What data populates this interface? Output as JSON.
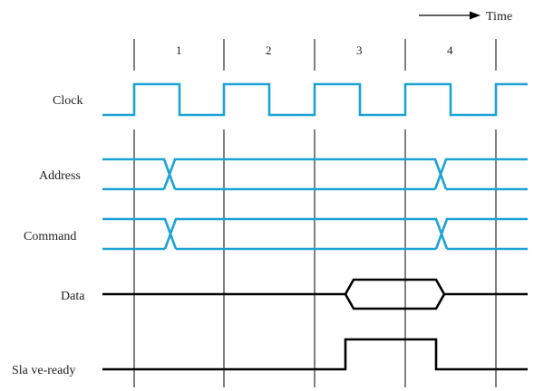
{
  "time_label": "Time",
  "cycles": [
    "1",
    "2",
    "3",
    "4"
  ],
  "signals": {
    "clock": "Clock",
    "address": "Address",
    "command": "Command",
    "data": "Data",
    "slave_ready": "Sla ve-ready"
  },
  "colors": {
    "bus_signal": "#1aa3d4",
    "plain_signal": "#000000",
    "grid_line": "#000000"
  }
}
